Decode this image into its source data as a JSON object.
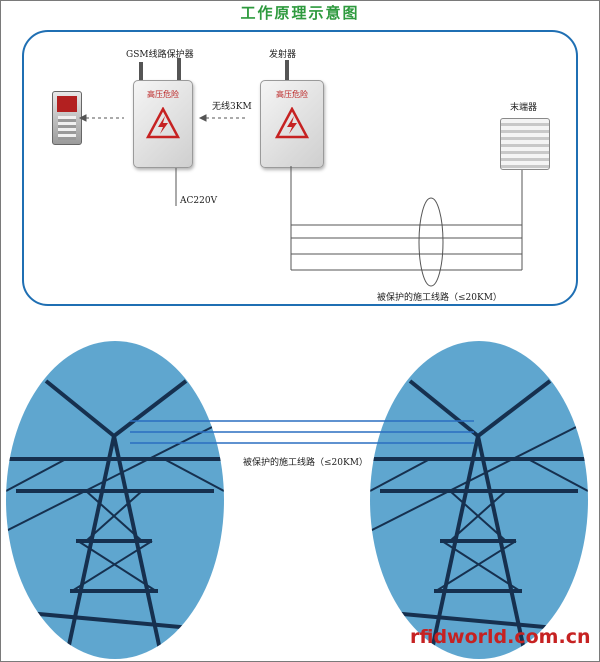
{
  "title": "工作原理示意图",
  "labels": {
    "gsm_protector": "GSM线路保护器",
    "transmitter": "发射器",
    "wireless": "无线3KM",
    "power": "AC220V",
    "terminal": "末端器",
    "line_top": "被保护的施工线路（≤20KM）",
    "line_bottom": "被保护的施工线路（≤20KM）"
  },
  "box_text": "高压危险",
  "watermark": "rfidworld.com.cn",
  "colors": {
    "title": "#2e9a3e",
    "panel_border": "#1f6fb3",
    "sky": "#5fa6cf",
    "tower": "#16304f",
    "wire": "#2a6fc0",
    "watermark": "#c62222"
  }
}
